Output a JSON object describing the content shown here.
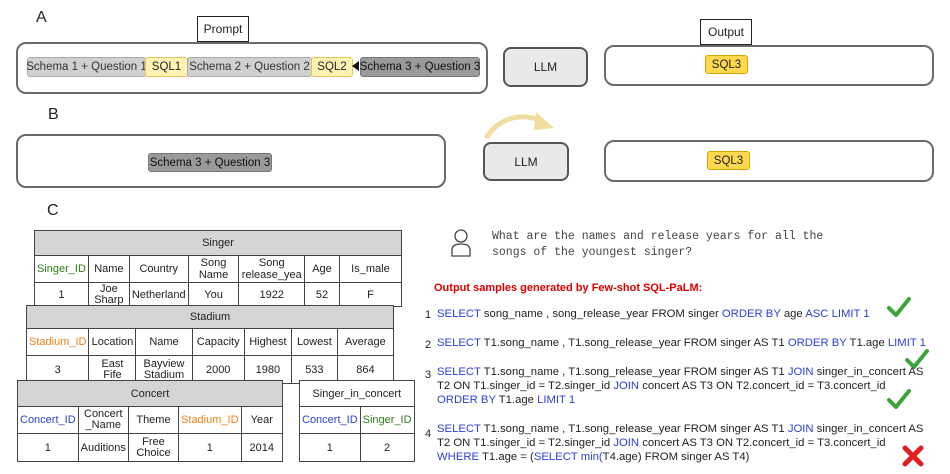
{
  "sections": {
    "a": "A",
    "b": "B",
    "c": "C"
  },
  "prompt_label": "Prompt",
  "output_label": "Output",
  "llm_label": "LLM",
  "row_a": {
    "chips": [
      "Schema 1 + Question 1",
      "SQL1",
      "Schema 2 + Question 2",
      "SQL2",
      "Schema 3 + Question 3"
    ],
    "output_chip": "SQL3"
  },
  "row_b": {
    "input_chip": "Schema 3 + Question 3",
    "output_chip": "SQL3"
  },
  "tables": {
    "singer": {
      "title": "Singer",
      "headers": [
        "Singer_ID",
        "Name",
        "Country",
        "Song Name",
        "Song release_yea",
        "Age",
        "Is_male"
      ],
      "row": [
        "1",
        "Joe Sharp",
        "Netherland",
        "You",
        "1922",
        "52",
        "F"
      ]
    },
    "stadium": {
      "title": "Stadium",
      "headers": [
        "Stadium_ID",
        "Location",
        "Name",
        "Capacity",
        "Highest",
        "Lowest",
        "Average"
      ],
      "row": [
        "3",
        "East Fife",
        "Bayview Stadium",
        "2000",
        "1980",
        "533",
        "864"
      ]
    },
    "concert": {
      "title": "Concert",
      "headers": [
        "Concert_ID",
        "Concert _Name",
        "Theme",
        "Stadium_ID",
        "Year"
      ],
      "row": [
        "1",
        "Auditions",
        "Free Choice",
        "1",
        "2014"
      ]
    },
    "singer_in_concert": {
      "title": "Singer_in_concert",
      "headers": [
        "Concert_ID",
        "Singer_ID"
      ],
      "row": [
        "1",
        "2"
      ]
    }
  },
  "question": {
    "line1": "What are the names and release years for all the",
    "line2": "songs of the youngest singer?"
  },
  "samples_title": "Output samples generated by Few-shot SQL-PaLM:",
  "sample_numbers": [
    "1",
    "2",
    "3",
    "4"
  ],
  "sample_marks": [
    "check-icon",
    "check-icon",
    "check-icon",
    "cross-icon"
  ]
}
